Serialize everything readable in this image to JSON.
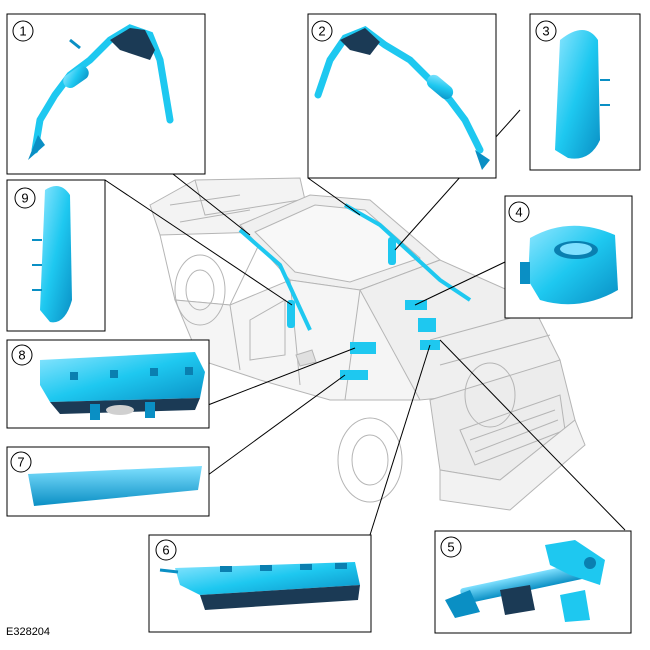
{
  "figure_code": "E328204",
  "colors": {
    "component": "#1ec8f0",
    "component_dark": "#0a7fb0",
    "component_light": "#8fe6ff",
    "vehicle_outline": "#b8b8b8",
    "frame": "#000000"
  },
  "callouts": [
    {
      "id": 1,
      "label": "1",
      "part": "curtain-airbag-left"
    },
    {
      "id": 2,
      "label": "2",
      "part": "curtain-airbag-right"
    },
    {
      "id": 3,
      "label": "3",
      "part": "side-airbag-right-seat"
    },
    {
      "id": 4,
      "label": "4",
      "part": "driver-airbag"
    },
    {
      "id": 5,
      "label": "5",
      "part": "steering-column"
    },
    {
      "id": 6,
      "label": "6",
      "part": "passenger-airbag"
    },
    {
      "id": 7,
      "label": "7",
      "part": "knee-airbag-panel"
    },
    {
      "id": 8,
      "label": "8",
      "part": "knee-airbag-module"
    },
    {
      "id": 9,
      "label": "9",
      "part": "side-airbag-left-seat"
    }
  ]
}
